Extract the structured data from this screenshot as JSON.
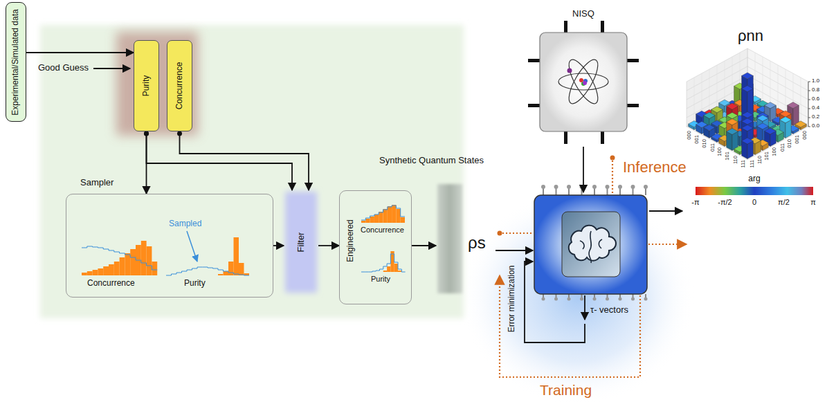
{
  "diagram": {
    "nodes": [
      {
        "text": [
          "Experimental/Simulated data"
        ]
      },
      {
        "text": [
          "Purity"
        ]
      },
      {
        "text": [
          "Concurrence"
        ]
      },
      {
        "text": [
          "Sampler",
          "Concurrence",
          "Purity",
          "Sampled"
        ]
      },
      {
        "text": [
          "Filter"
        ]
      },
      {
        "text": [
          "Engineered",
          "Concurrence",
          "Purity"
        ]
      },
      {
        "text": [
          "ρs"
        ]
      },
      {
        "text": [
          "NISQ"
        ]
      }
    ],
    "edges": [
      {
        "from": 0,
        "to": 1,
        "arrow": "to"
      },
      {
        "from": 1,
        "to": 3,
        "arrow": "to"
      },
      {
        "from": 1,
        "to": 4,
        "arrow": "to"
      },
      {
        "from": 2,
        "to": 4,
        "arrow": "to"
      },
      {
        "from": 3,
        "to": 4,
        "arrow": "to"
      },
      {
        "from": 4,
        "to": 5,
        "arrow": "to"
      },
      {
        "from": 5,
        "to": 6,
        "arrow": "to"
      }
    ],
    "labels": [
      "Good Guess",
      "Synthetic Quantum States",
      "Inference",
      "Training",
      "Error minimization",
      "τ- vectors",
      "ρnn",
      "arg",
      "-π",
      "-π/2",
      "0",
      "π/2",
      "π",
      "0.0",
      "0.2",
      "0.4",
      "0.6",
      "0.8",
      "1.0",
      "000",
      "001",
      "010",
      "011",
      "100",
      "101",
      "110",
      "111",
      "000",
      "001",
      "010",
      "011",
      "100",
      "101",
      "110",
      "111"
    ]
  }
}
